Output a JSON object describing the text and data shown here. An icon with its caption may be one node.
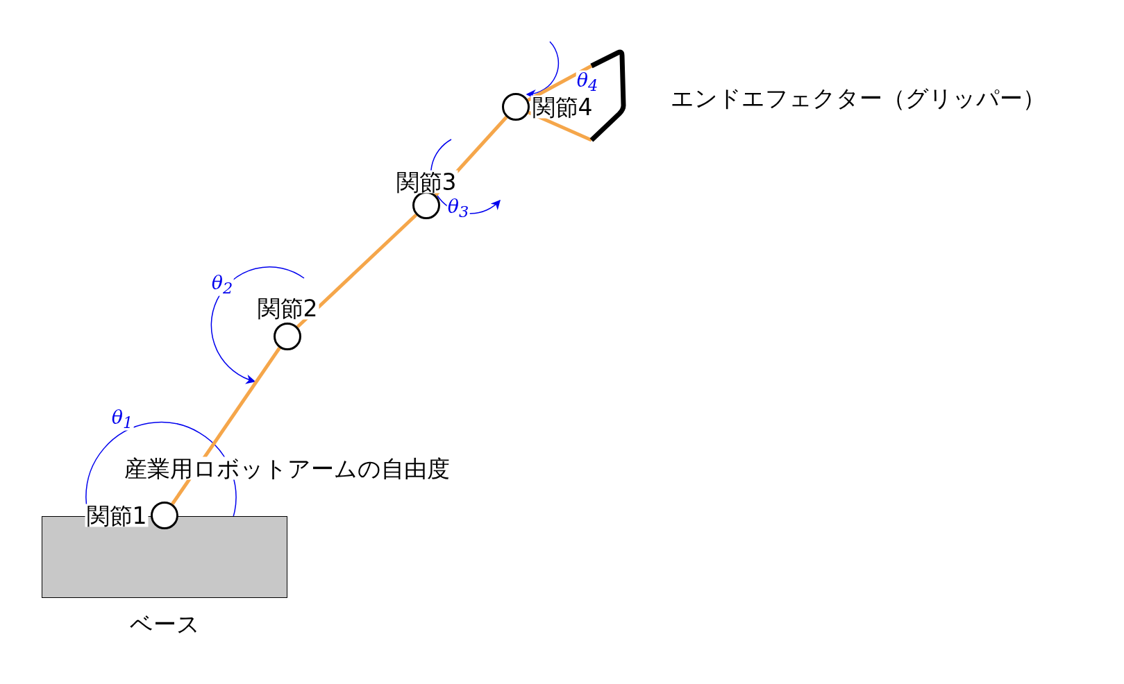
{
  "diagram": {
    "title": "産業用ロボットアームの自由度",
    "nodes": [
      {
        "text": [
          "ベース"
        ]
      },
      {
        "text": [],
        "shape": "circle",
        "beside": [
          "関節1"
        ]
      },
      {
        "text": [],
        "shape": "circle",
        "beside": [
          "関節2"
        ]
      },
      {
        "text": [],
        "shape": "circle",
        "beside": [
          "関節3"
        ]
      },
      {
        "text": [],
        "shape": "circle",
        "beside": [
          "関節4"
        ]
      },
      {
        "text": [],
        "shape": "gripper",
        "beside": [
          "エンドエフェクター（グリッパー）"
        ]
      }
    ],
    "edges": [
      {
        "from": 1,
        "to": 2,
        "arrow": "none"
      },
      {
        "from": 2,
        "to": 3,
        "arrow": "none"
      },
      {
        "from": 3,
        "to": 4,
        "arrow": "none"
      },
      {
        "from": 4,
        "to": 5,
        "arrow": "none"
      },
      {
        "from": 4,
        "to": 5,
        "arrow": "none"
      }
    ],
    "labels": [
      "θ$_{4}$",
      "θ$_{3}$",
      "θ$_{2}$",
      "θ$_{1}$"
    ]
  }
}
